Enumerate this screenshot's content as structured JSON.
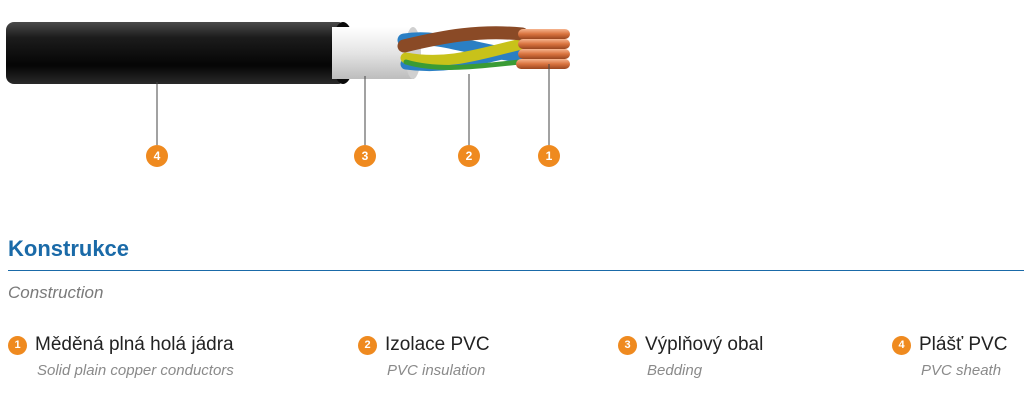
{
  "diagram": {
    "callouts": [
      {
        "number": "4"
      },
      {
        "number": "3"
      },
      {
        "number": "2"
      },
      {
        "number": "1"
      }
    ],
    "colors": {
      "sheath": "#111111",
      "bedding": "#e6e6e6",
      "copper": "#d9743f",
      "insulation_brown": "#8a4a26",
      "insulation_yellow_green": "#c8c21a",
      "insulation_blue": "#2a7fc4",
      "callout_badge": "#ef8a1f"
    }
  },
  "section": {
    "title": "Konstrukce",
    "subtitle": "Construction"
  },
  "legend": [
    {
      "number": "1",
      "label": "Měděná plná holá jádra",
      "sublabel": "Solid plain copper conductors"
    },
    {
      "number": "2",
      "label": "Izolace PVC",
      "sublabel": "PVC insulation"
    },
    {
      "number": "3",
      "label": "Výplňový obal",
      "sublabel": "Bedding"
    },
    {
      "number": "4",
      "label": "Plášť PVC",
      "sublabel": "PVC sheath"
    }
  ]
}
